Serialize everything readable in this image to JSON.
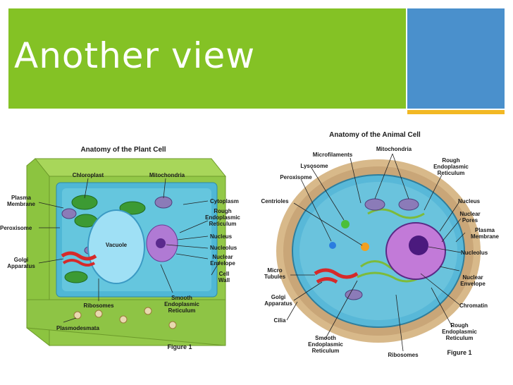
{
  "slide": {
    "title": "Another view"
  },
  "plant": {
    "title": "Anatomy of the Plant Cell",
    "figure": "Figure 1",
    "labels": {
      "chloroplast": "Chloroplast",
      "mitochondria": "Mitochondria",
      "cytoplasm": "Cytoplasm",
      "rough_er_1": "Rough",
      "rough_er_2": "Endoplasmic",
      "rough_er_3": "Reticulum",
      "nucleus": "Nucleus",
      "nucleolus": "Nucleolus",
      "nuclear_env_1": "Nuclear",
      "nuclear_env_2": "Envelope",
      "cell_wall_1": "Cell",
      "cell_wall_2": "Wall",
      "smooth_er_1": "Smooth",
      "smooth_er_2": "Endoplasmic",
      "smooth_er_3": "Reticulum",
      "ribosomes": "Ribosomes",
      "plasmodesmata": "Plasmodesmata",
      "plasma_1": "Plasma",
      "plasma_2": "Membrane",
      "peroxisome": "Peroxisome",
      "golgi_1": "Golgi",
      "golgi_2": "Apparatus",
      "vacuole": "Vacuole"
    }
  },
  "animal": {
    "title": "Anatomy of the Animal Cell",
    "figure": "Figure 1",
    "labels": {
      "microfilaments": "Microfilaments",
      "mitochondria": "Mitochondria",
      "lysosome": "Lysosome",
      "peroxisome": "Peroxisome",
      "rough_er_1": "Rough",
      "rough_er_2": "Endoplasmic",
      "rough_er_3": "Reticulum",
      "centrioles": "Centrioles",
      "nucleus": "Nucleus",
      "nuclear_pores_1": "Nuclear",
      "nuclear_pores_2": "Pores",
      "plasma_1": "Plasma",
      "plasma_2": "Membrane",
      "nucleolus": "Nucleolus",
      "micro_1": "Micro",
      "micro_2": "Tubules",
      "nuclear_env_1": "Nuclear",
      "nuclear_env_2": "Envelope",
      "golgi_1": "Golgi",
      "golgi_2": "Apparatus",
      "chromatin": "Chromatin",
      "cilia": "Cilia",
      "smooth_er_1": "Smooth",
      "smooth_er_2": "Endoplasmic",
      "smooth_er_3": "Reticulum",
      "ribosomes": "Ribosomes",
      "rough_er_b1": "Rough",
      "rough_er_b2": "Endoplasmic",
      "rough_er_b3": "Reticulum"
    }
  },
  "colors": {
    "header_green": "#84c225",
    "header_blue": "#4a90cc",
    "accent_yellow": "#f2b824"
  }
}
